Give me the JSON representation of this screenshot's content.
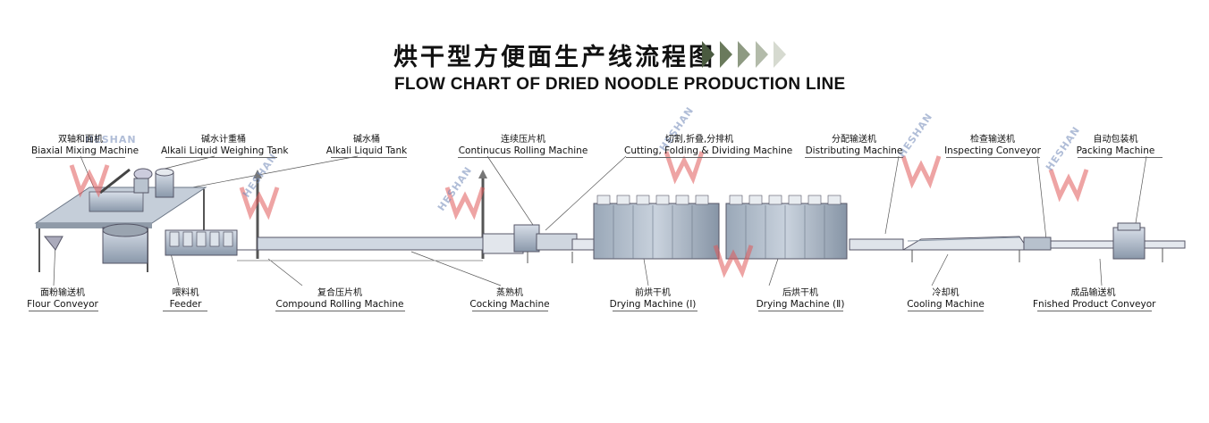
{
  "title_cn": "烘干型方便面生产线流程图",
  "title_en": "FLOW CHART OF DRIED NOODLE PRODUCTION LINE",
  "watermark": "HESHAN",
  "accent_colors": {
    "arrow_dark": "#4a5a40",
    "arrow_light": "#d9dcd2",
    "watermark_red": "#e05a5a",
    "machine_blue": "#a9b6c6"
  },
  "top_labels": [
    {
      "cn": "双轴和面机",
      "en": "Biaxial Mixing Machine"
    },
    {
      "cn": "碱水计重桶",
      "en": "Alkali Liquid Weighing Tank"
    },
    {
      "cn": "碱水桶",
      "en": "Alkali Liquid Tank"
    },
    {
      "cn": "连续压片机",
      "en": "Continucus Rolling Machine"
    },
    {
      "cn": "切割,折叠,分排机",
      "en": "Cutting, Folding & Dividing Machine"
    },
    {
      "cn": "分配输送机",
      "en": "Distributing Machine"
    },
    {
      "cn": "检查输送机",
      "en": "Inspecting Conveyor"
    },
    {
      "cn": "自动包装机",
      "en": "Packing Machine"
    }
  ],
  "bottom_labels": [
    {
      "cn": "面粉输送机",
      "en": "Flour Conveyor"
    },
    {
      "cn": "喂料机",
      "en": "Feeder"
    },
    {
      "cn": "复合压片机",
      "en": "Compound Rolling Machine"
    },
    {
      "cn": "蒸熟机",
      "en": "Cocking Machine"
    },
    {
      "cn": "前烘干机",
      "en": "Drying Machine (Ⅰ)"
    },
    {
      "cn": "后烘干机",
      "en": "Drying Machine (Ⅱ)"
    },
    {
      "cn": "冷却机",
      "en": "Cooling Machine"
    },
    {
      "cn": "成品输送机",
      "en": "Fnished Product Conveyor"
    }
  ]
}
